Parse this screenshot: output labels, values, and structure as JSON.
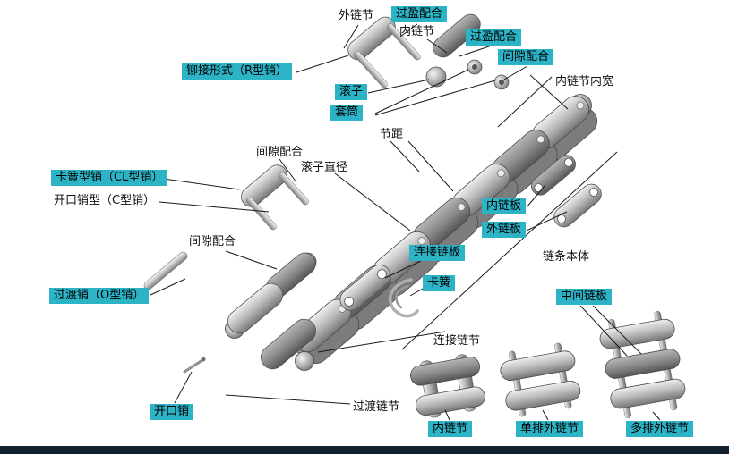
{
  "page": {
    "background": "#ffffff",
    "footer_color": "#13202e"
  },
  "colors": {
    "tag_bg": "#2db3c6",
    "tag_text": "#000000",
    "line": "#1a1a1a",
    "metal_light": "#efefef",
    "metal_dark": "#565656"
  },
  "labels": {
    "outer_link_top": "外链节",
    "interference_fit_top": "过盈配合",
    "inner_link_top": "内链节",
    "interference_fit_2": "过盈配合",
    "clearance_fit_top": "间隙配合",
    "rivet_r_pin": "铆接形式（R型销）",
    "roller": "滚子",
    "bushing": "套筒",
    "inner_link_inner_width": "内链节内宽",
    "pitch": "节距",
    "clearance_fit_mid": "间隙配合",
    "roller_diameter": "滚子直径",
    "clip_cl_pin": "卡簧型销（CL型销）",
    "cotter_c_pin": "开口销型（C型销）",
    "inner_plate": "内链板",
    "outer_plate": "外链板",
    "clearance_fit_low": "间隙配合",
    "connecting_plate": "连接链板",
    "chain_body": "链条本体",
    "clip": "卡簧",
    "transition_o_pin": "过渡销（O型销）",
    "middle_plate": "中间链板",
    "connecting_link": "连接链节",
    "cotter_pin": "开口销",
    "transition_link": "过渡链节",
    "inner_link_bottom": "内链节",
    "single_row_outer_link": "单排外链节",
    "multi_row_outer_link": "多排外链节"
  }
}
